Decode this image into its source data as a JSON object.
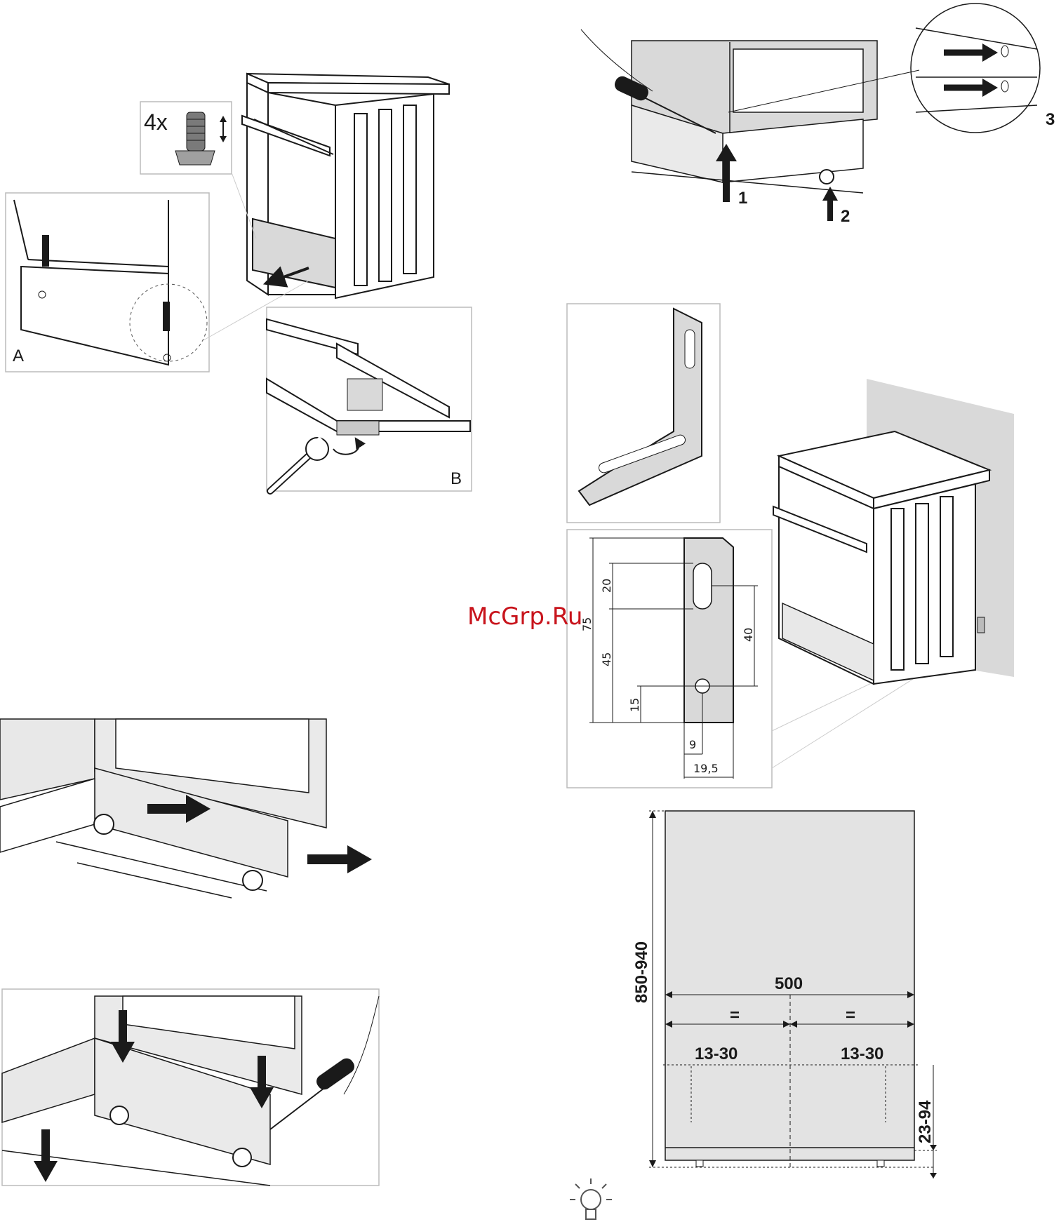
{
  "leveling": {
    "feet_count": "4x",
    "detail_a": "A",
    "detail_b": "B"
  },
  "kick_plate": {
    "step_1": "1",
    "step_2": "2",
    "step_3": "3"
  },
  "bracket_dims": {
    "d20": "20",
    "d75": "75",
    "d45": "45",
    "d15": "15",
    "d40": "40",
    "d9": "9",
    "d19_5": "19,5"
  },
  "wall_dims": {
    "height": "850-940",
    "width": "500",
    "half_left": "=",
    "half_right": "=",
    "offset_left": "13-30",
    "offset_right": "13-30",
    "floor_gap": "23-94"
  },
  "watermark": "McGrp.Ru",
  "icons": [
    "adjust-arrow-icon",
    "push-arrow-icon",
    "tip-lightbulb-icon",
    "wrench-icon",
    "screwdriver-icon"
  ]
}
